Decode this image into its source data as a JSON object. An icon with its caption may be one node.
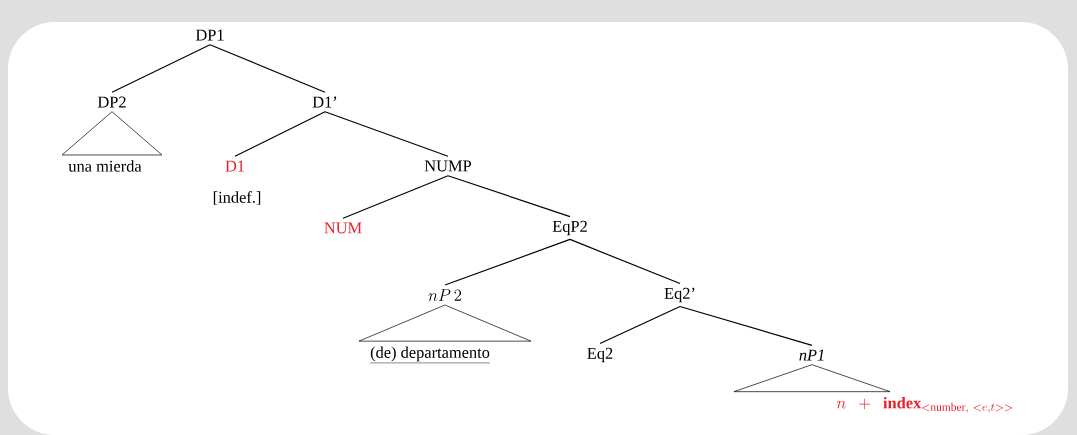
{
  "diagram": {
    "nodes": [
      {
        "text": [
          "DP1"
        ]
      },
      {
        "text": [
          "DP2"
        ]
      },
      {
        "text": [
          "D1’"
        ]
      },
      {
        "text": [
          "una mierda"
        ]
      },
      {
        "text": [
          "D1"
        ],
        "beside": [
          "[indef.]"
        ]
      },
      {
        "text": [
          "NUMP"
        ]
      },
      {
        "text": [
          "NUM"
        ]
      },
      {
        "text": [
          "EqP2"
        ]
      },
      {
        "text": [
          "nP\\,2"
        ]
      },
      {
        "text": [
          "Eq2’"
        ]
      },
      {
        "text": [
          "(de) departamento"
        ]
      },
      {
        "text": [
          "Eq2"
        ]
      },
      {
        "text": [
          "nP1"
        ]
      },
      {
        "text": [
          "n\\ \\ +\\ \\ \\mathrm{\\mathbf{index}}_{<\\mathrm{number},\\ <e,t>>}"
        ]
      }
    ],
    "edges": [
      {
        "from": 0,
        "to": 1,
        "arrow": "none"
      },
      {
        "from": 0,
        "to": 2,
        "arrow": "none"
      },
      {
        "from": 1,
        "to": 3,
        "arrow": "none"
      },
      {
        "from": 2,
        "to": 4,
        "arrow": "none"
      },
      {
        "from": 2,
        "to": 5,
        "arrow": "none"
      },
      {
        "from": 5,
        "to": 6,
        "arrow": "none"
      },
      {
        "from": 5,
        "to": 7,
        "arrow": "none"
      },
      {
        "from": 7,
        "to": 8,
        "arrow": "none"
      },
      {
        "from": 7,
        "to": 9,
        "arrow": "none"
      },
      {
        "from": 8,
        "to": 10,
        "arrow": "none"
      },
      {
        "from": 9,
        "to": 11,
        "arrow": "none"
      },
      {
        "from": 9,
        "to": 12,
        "arrow": "none"
      },
      {
        "from": 12,
        "to": 13,
        "arrow": "none"
      }
    ]
  }
}
